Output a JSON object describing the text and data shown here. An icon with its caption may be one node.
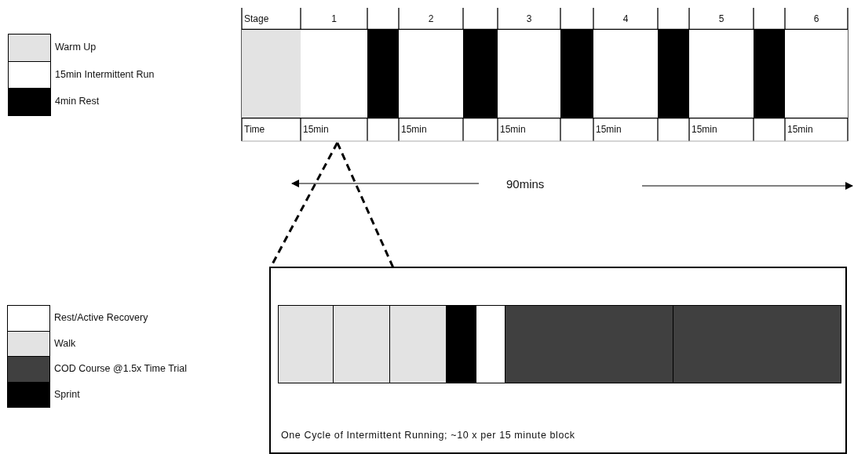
{
  "diagram": {
    "nodes": [
      {
        "text": [
          "15min"
        ]
      },
      {
        "text": [
          "One Cycle of Intermittent Running; ~10 x per 15 minute block"
        ]
      }
    ],
    "edges": [
      {
        "from": 0,
        "to": 1,
        "arrow": "none",
        "style": "dashed"
      },
      {
        "from": 0,
        "to": 1,
        "arrow": "none",
        "style": "dashed"
      }
    ],
    "labels": [
      "Stage",
      "1",
      "2",
      "3",
      "4",
      "5",
      "6",
      "Time",
      "15min",
      "15min",
      "15min",
      "15min",
      "15min",
      "90mins"
    ],
    "legend": [
      {
        "text": "Warm Up",
        "color": "#e3e3e3"
      },
      {
        "text": "15min Intermittent Run",
        "color": "#ffffff"
      },
      {
        "text": "4min Rest",
        "color": "#000000"
      },
      {
        "text": "Rest/Active Recovery",
        "color": "#ffffff"
      },
      {
        "text": "Walk",
        "color": "#e3e3e3"
      },
      {
        "text": "COD Course @1.5x Time Trial",
        "color": "#404040"
      },
      {
        "text": "Sprint",
        "color": "#000000"
      }
    ]
  }
}
